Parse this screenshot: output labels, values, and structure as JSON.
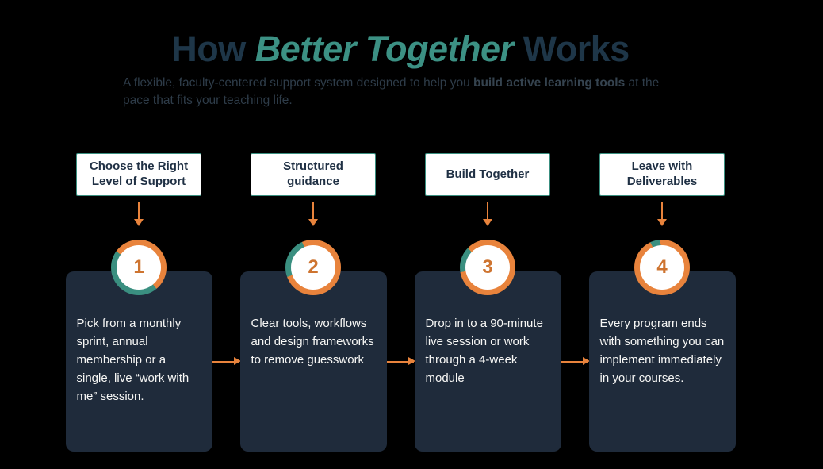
{
  "title": {
    "prefix": "How ",
    "highlight": "Better Together",
    "suffix": " Works"
  },
  "subtitle": {
    "pre": "A flexible, faculty-centered support system designed to help you ",
    "bold": "build active learning tools",
    "post": " at the pace that fits your teaching life."
  },
  "steps": [
    {
      "label": "Choose the Right Level of Support",
      "number": "1",
      "description": "Pick from a monthly sprint, annual membership or a single, live “work with me” session.",
      "ring": {
        "from_deg": 140,
        "teal_pct": 46
      }
    },
    {
      "label": "Structured guidance",
      "number": "2",
      "description": "Clear tools, workflows and design frameworks to remove guesswork",
      "ring": {
        "from_deg": 250,
        "teal_pct": 24
      }
    },
    {
      "label": "Build Together",
      "number": "3",
      "description": "Drop in to a 90-minute live session or work through a 4-week module",
      "ring": {
        "from_deg": 260,
        "teal_pct": 15
      }
    },
    {
      "label": "Leave with Deliverables",
      "number": "4",
      "description": "Every program ends with something you can implement immediately in your courses.",
      "ring": {
        "from_deg": 335,
        "teal_pct": 6
      }
    }
  ],
  "colors": {
    "orange": "#E8833C",
    "teal": "#3A8F80",
    "teal_bright": "#3C9184",
    "navy": "#1E3648",
    "card_bg": "#1F2B3B",
    "number": "#CE7430"
  }
}
